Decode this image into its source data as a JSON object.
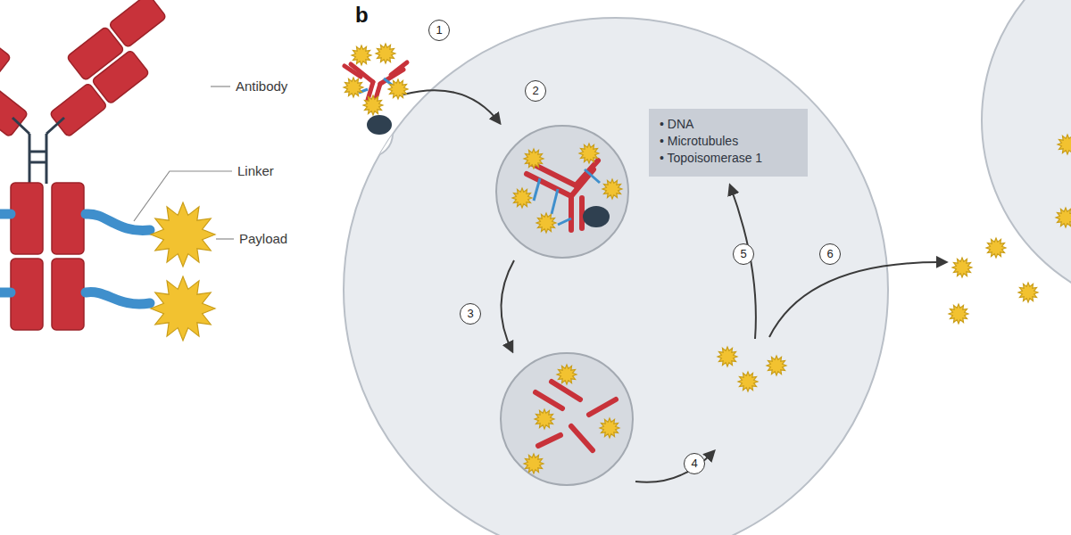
{
  "diagram": {
    "nodes": [
      {
        "text": [
          "• DNA",
          "• Microtubules",
          "• Topoisomerase 1"
        ]
      }
    ],
    "labels": [
      "Antibody",
      "Linker",
      "Payload",
      "b",
      "1",
      "2",
      "3",
      "4",
      "5",
      "6"
    ]
  }
}
